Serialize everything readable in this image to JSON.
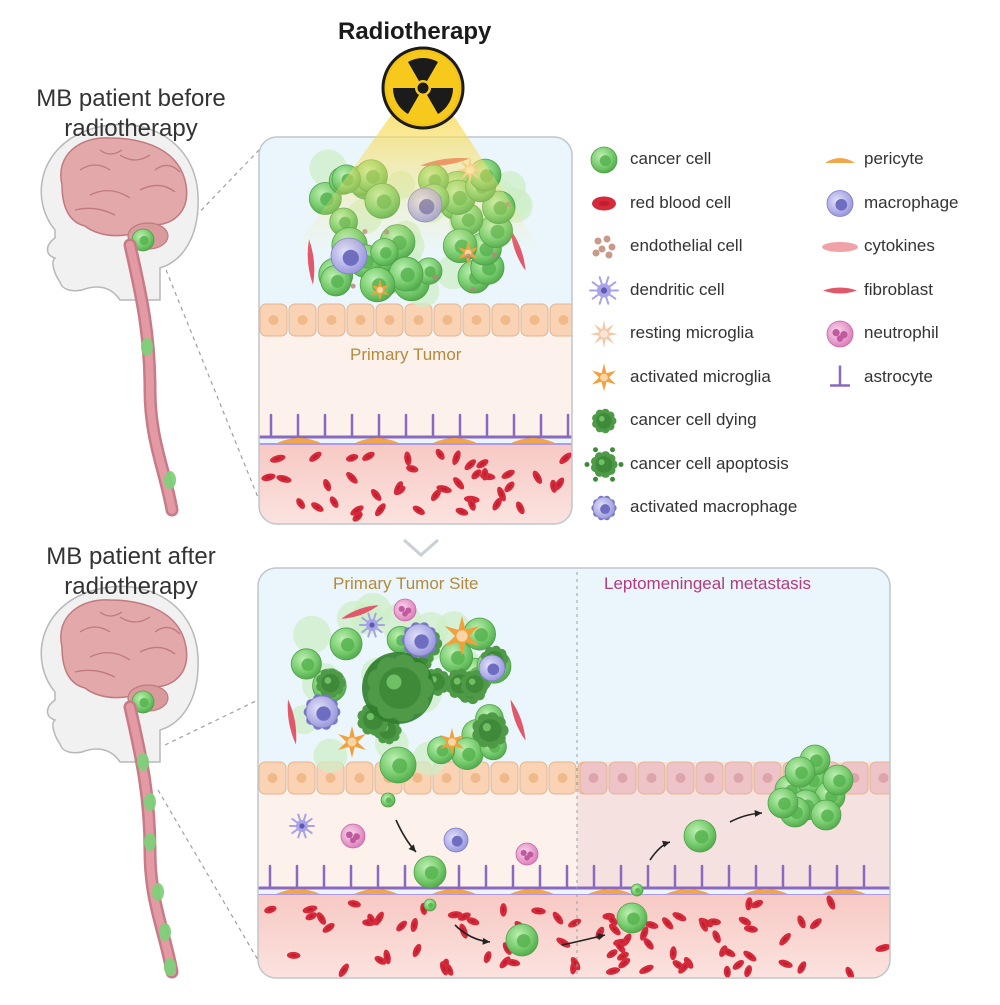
{
  "title": "Radiotherapy",
  "patients": {
    "before": "MB patient before radiotherapy",
    "after": "MB patient after radiotherapy"
  },
  "panels": {
    "top_label": "Primary Tumor",
    "bottom_left_label": "Primary Tumor Site",
    "bottom_right_label": "Leptomeningeal metastasis"
  },
  "legend": {
    "left": [
      {
        "label": "cancer cell",
        "icon": "cancer-cell-icon"
      },
      {
        "label": "red blood cell",
        "icon": "red-blood-cell-icon"
      },
      {
        "label": "endothelial cell",
        "icon": "endothelial-cell-icon"
      },
      {
        "label": "dendritic cell",
        "icon": "dendritic-cell-icon"
      },
      {
        "label": "resting microglia",
        "icon": "resting-microglia-icon"
      },
      {
        "label": "activated microglia",
        "icon": "activated-microglia-icon"
      },
      {
        "label": "cancer cell dying",
        "icon": "cancer-cell-dying-icon"
      },
      {
        "label": "cancer cell apoptosis",
        "icon": "cancer-cell-apoptosis-icon"
      },
      {
        "label": "activated macrophage",
        "icon": "activated-macrophage-icon"
      }
    ],
    "right": [
      {
        "label": "pericyte",
        "icon": "pericyte-icon"
      },
      {
        "label": "macrophage",
        "icon": "macrophage-icon"
      },
      {
        "label": "cytokines",
        "icon": "cytokines-icon"
      },
      {
        "label": "fibroblast",
        "icon": "fibroblast-icon"
      },
      {
        "label": "neutrophil",
        "icon": "neutrophil-icon"
      },
      {
        "label": "astrocyte",
        "icon": "astrocyte-icon"
      }
    ]
  },
  "colors": {
    "cancer": "#7ed07a",
    "cancer_dark": "#3f9a3c",
    "rbc": "#d8263a",
    "tissue_blue": "#e9f5fb",
    "tissue_peach": "#fbe8e0",
    "brain": "#e3a5a9",
    "astrocyte": "#8a6ac0",
    "pericyte": "#f2a64a",
    "macrophage": "#9f9ee0",
    "neutrophil": "#e592c9",
    "primary_label": "#b48a3c",
    "metastasis_label": "#b23a7d",
    "radiation": "#f2c313"
  }
}
